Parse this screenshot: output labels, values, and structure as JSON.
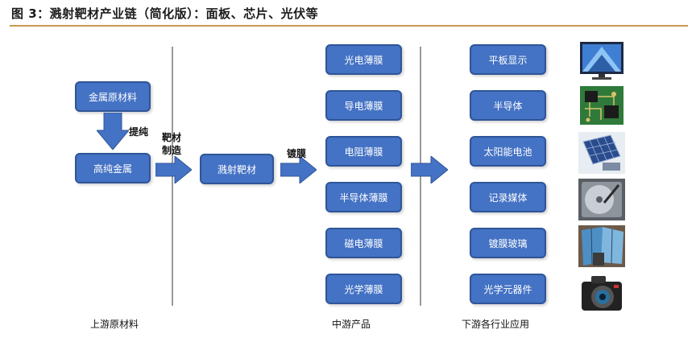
{
  "title": "图 3：溅射靶材产业链（简化版）：面板、芯片、光伏等",
  "upstream": {
    "box_metal": "金属原材料",
    "process_purify": "提纯",
    "box_high_purity": "高纯金属",
    "process_target": "靶材制造",
    "label": "上游原材料"
  },
  "midstream": {
    "box_target": "溅射靶材",
    "process_coating": "镀膜",
    "items": [
      "光电薄膜",
      "导电薄膜",
      "电阻薄膜",
      "半导体薄膜",
      "磁电薄膜",
      "光学薄膜"
    ],
    "label": "中游产品"
  },
  "downstream": {
    "items": [
      "平板显示",
      "半导体",
      "太阳能电池",
      "记录媒体",
      "镀膜玻璃",
      "光学元器件"
    ],
    "icons": [
      "flat-panel-display-icon",
      "circuit-board-icon",
      "solar-cell-icon",
      "hard-disk-icon",
      "coated-glass-icon",
      "camera-icon"
    ],
    "label": "下游各行业应用"
  },
  "colors": {
    "box_fill": "#4472c4",
    "box_border": "#2f5597",
    "rule": "#c9974e",
    "divider": "#9a9a9a"
  }
}
